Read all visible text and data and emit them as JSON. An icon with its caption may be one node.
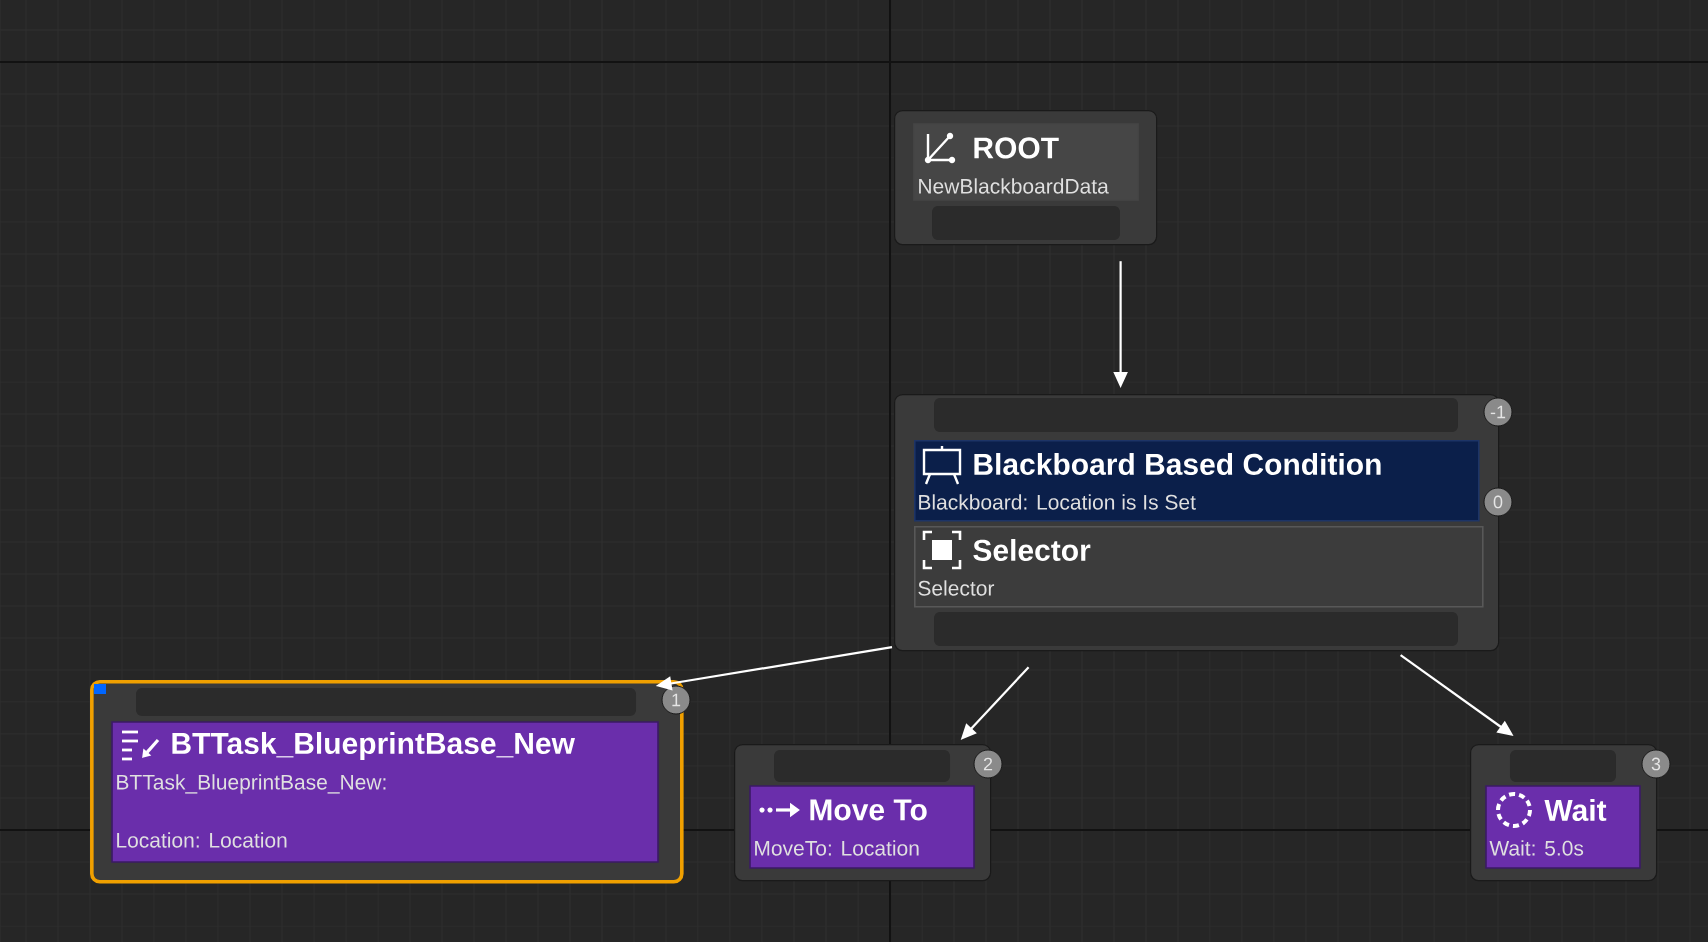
{
  "diagram": {
    "nodes": [
      {
        "text": [
          "ROOT",
          "NewBlackboardData"
        ]
      },
      {
        "text": [],
        "shape": "box",
        "beside": [
          "-1"
        ]
      },
      {
        "text": [
          "Blackboard Based Condition",
          "Blackboard: Location is Is Set"
        ],
        "in": 1,
        "beside": [
          "0"
        ]
      },
      {
        "text": [
          "Selector",
          "Selector"
        ],
        "in": 1
      },
      {
        "text": [
          "BTTask_BlueprintBase_New",
          "BTTask_BlueprintBase_New:",
          "Location: Location",
          "1"
        ]
      },
      {
        "text": [
          "Move To",
          "MoveTo: Location",
          "2"
        ]
      },
      {
        "text": [
          "Wait",
          "Wait: 5.0s",
          "3"
        ]
      }
    ],
    "edges": [
      {
        "from": 0,
        "to": 1,
        "arrow": "to"
      },
      {
        "from": 1,
        "to": 4,
        "arrow": "to"
      },
      {
        "from": 1,
        "to": 5,
        "arrow": "to"
      },
      {
        "from": 1,
        "to": 6,
        "arrow": "to"
      }
    ]
  }
}
